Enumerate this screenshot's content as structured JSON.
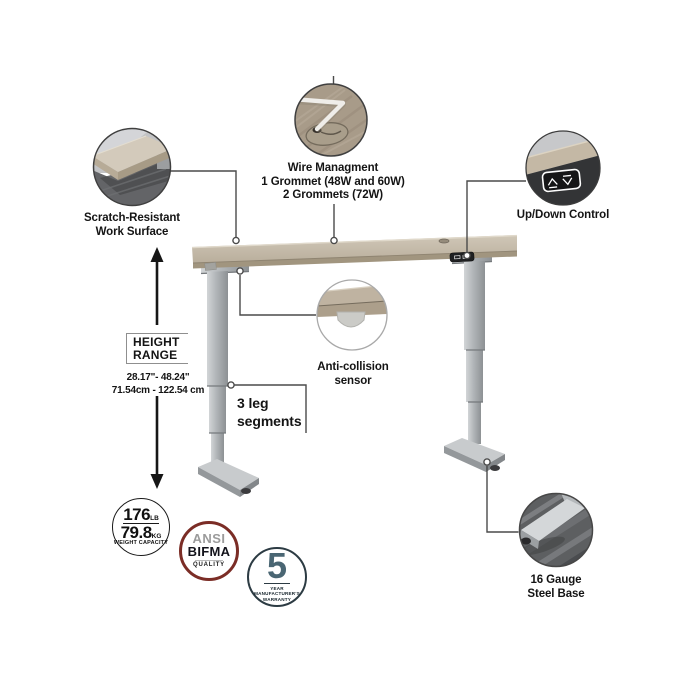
{
  "callouts": {
    "wire_management": {
      "lines": [
        "Wire Managment",
        "1 Grommet (48W and 60W)",
        "2 Grommets (72W)"
      ]
    },
    "up_down_control": {
      "label": "Up/Down Control"
    },
    "scratch_resistant": {
      "lines": [
        "Scratch-Resistant",
        "Work Surface"
      ]
    },
    "anti_collision": {
      "lines": [
        "Anti-collision",
        "sensor"
      ]
    },
    "steel_base": {
      "lines": [
        "16 Gauge",
        "Steel Base"
      ]
    },
    "leg_segments": {
      "lines": [
        "3 leg",
        "segments"
      ]
    }
  },
  "height_range": {
    "label_line1": "HEIGHT",
    "label_line2": "RANGE",
    "inches": "28.17\"- 48.24\"",
    "centimeters": "71.54cm - 122.54 cm"
  },
  "badges": {
    "weight": {
      "lb_value": "176",
      "lb_unit": "LB",
      "kg_value": "79.8",
      "kg_unit": "KG",
      "caption": "WEIGHT CAPACITY"
    },
    "ansi": {
      "line1": "ANSI",
      "line2": "BIFMA",
      "caption": "QUALITY"
    },
    "warranty": {
      "number": "5",
      "caption_line1": "YEAR MANUFACTURER'S",
      "caption_line2": "WARRANTY"
    }
  },
  "icons": {
    "height_up_arrow": "▲",
    "height_down_arrow": "▼",
    "up_down_control_glyphs": "∧ ∨"
  },
  "colors": {
    "wood_top": "#c7bdac",
    "leg_silver": "#b0b4b7",
    "connector_line": "#4a4a4a",
    "ansi_ring": "#7b2d26",
    "warranty_accent": "#4a6673",
    "carpet": "#5d5f61"
  }
}
